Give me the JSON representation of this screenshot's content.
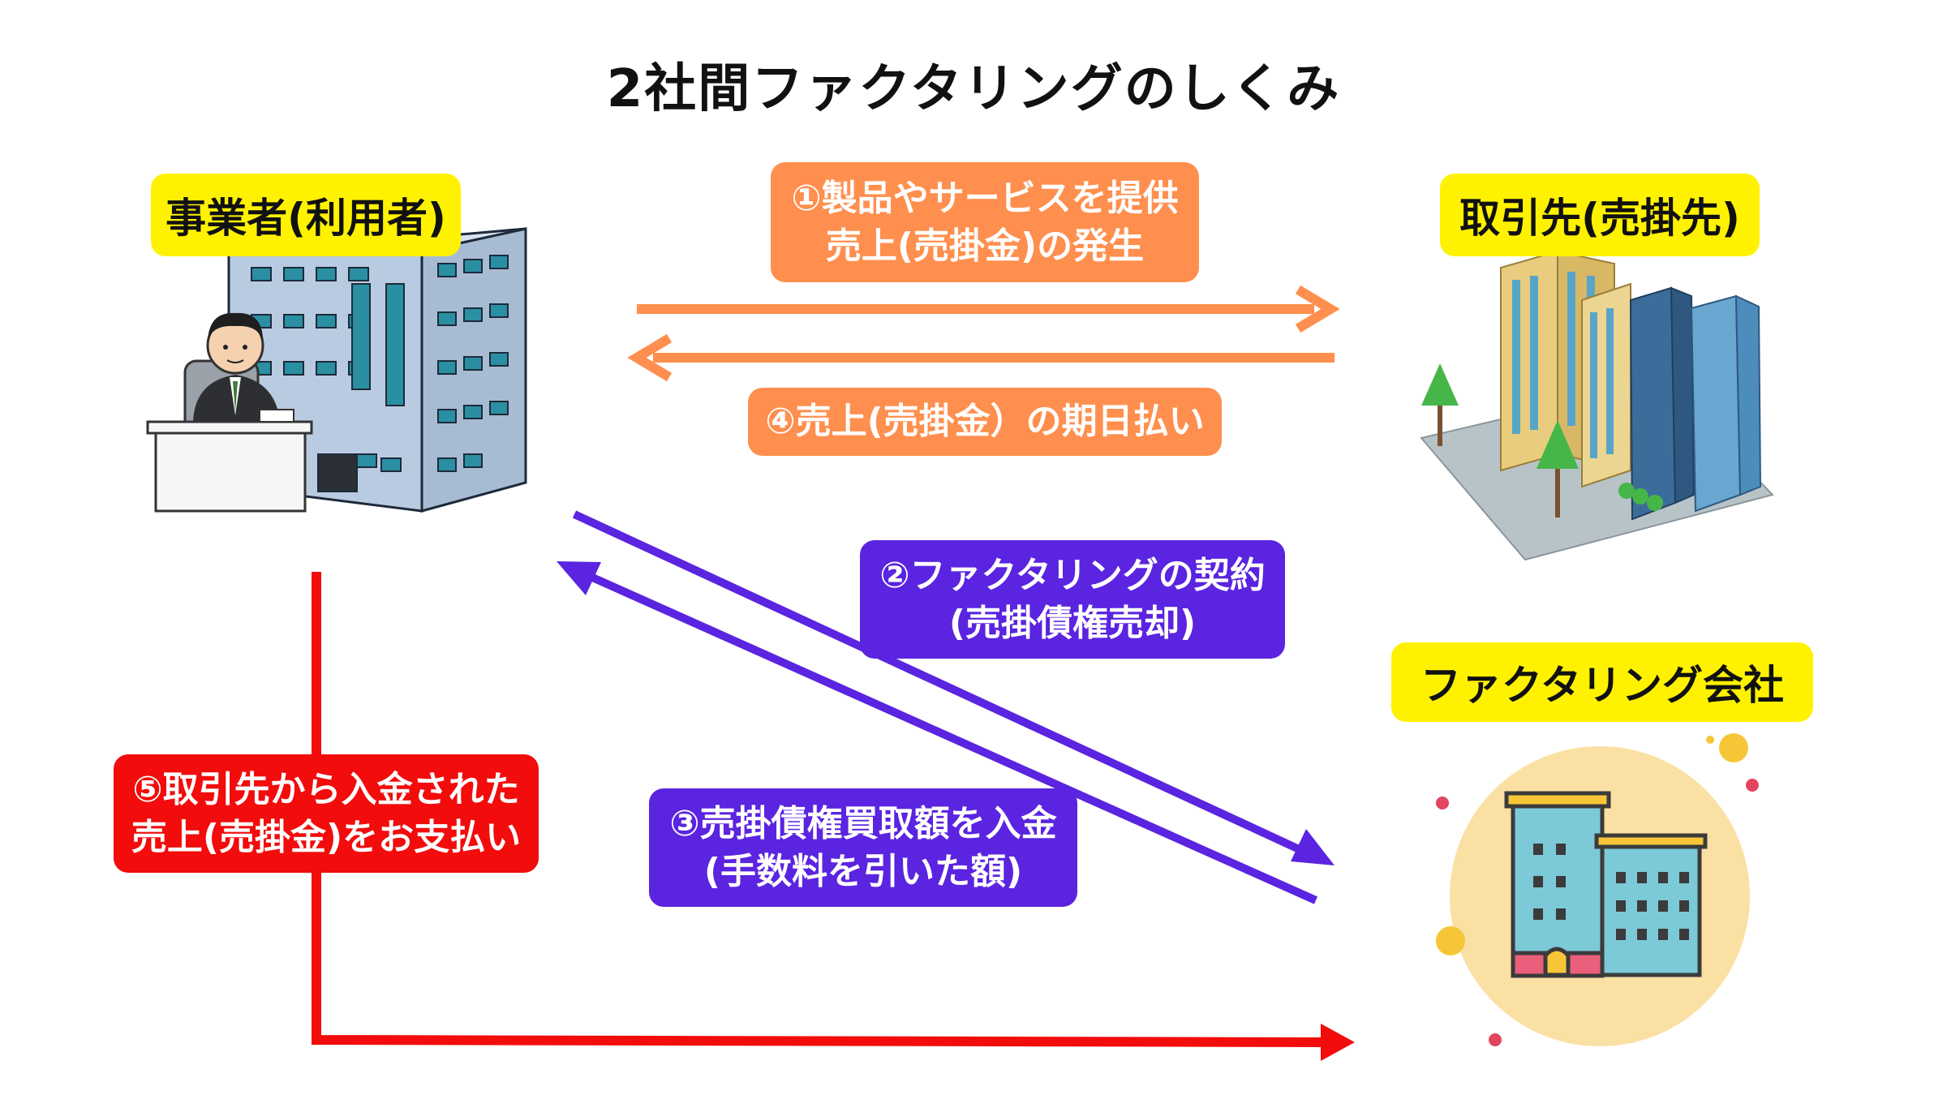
{
  "title": "2社間ファクタリングのしくみ",
  "labels": {
    "business": "事業者(利用者)",
    "client": "取引先(売掛先)",
    "factoring_company": "ファクタリング会社"
  },
  "steps": {
    "step1_line1": "①製品やサービスを提供",
    "step1_line2": "売上(売掛金)の発生",
    "step4": "④売上(売掛金）の期日払い",
    "step2_line1": "②ファクタリングの契約",
    "step2_line2": "(売掛債権売却)",
    "step3_line1": "③売掛債権買取額を入金",
    "step3_line2": "(手数料を引いた額)",
    "step5_line1": "⑤取引先から入金された",
    "step5_line2": "売上(売掛金)をお支払い"
  },
  "colors": {
    "orange": "#ff8f4e",
    "purple": "#5a24e0",
    "red": "#f20c0c",
    "yellow": "#fff200"
  },
  "icons": {
    "business": "office-building-with-businessman-icon",
    "client": "city-buildings-icon",
    "factoring_company": "company-building-icon"
  }
}
